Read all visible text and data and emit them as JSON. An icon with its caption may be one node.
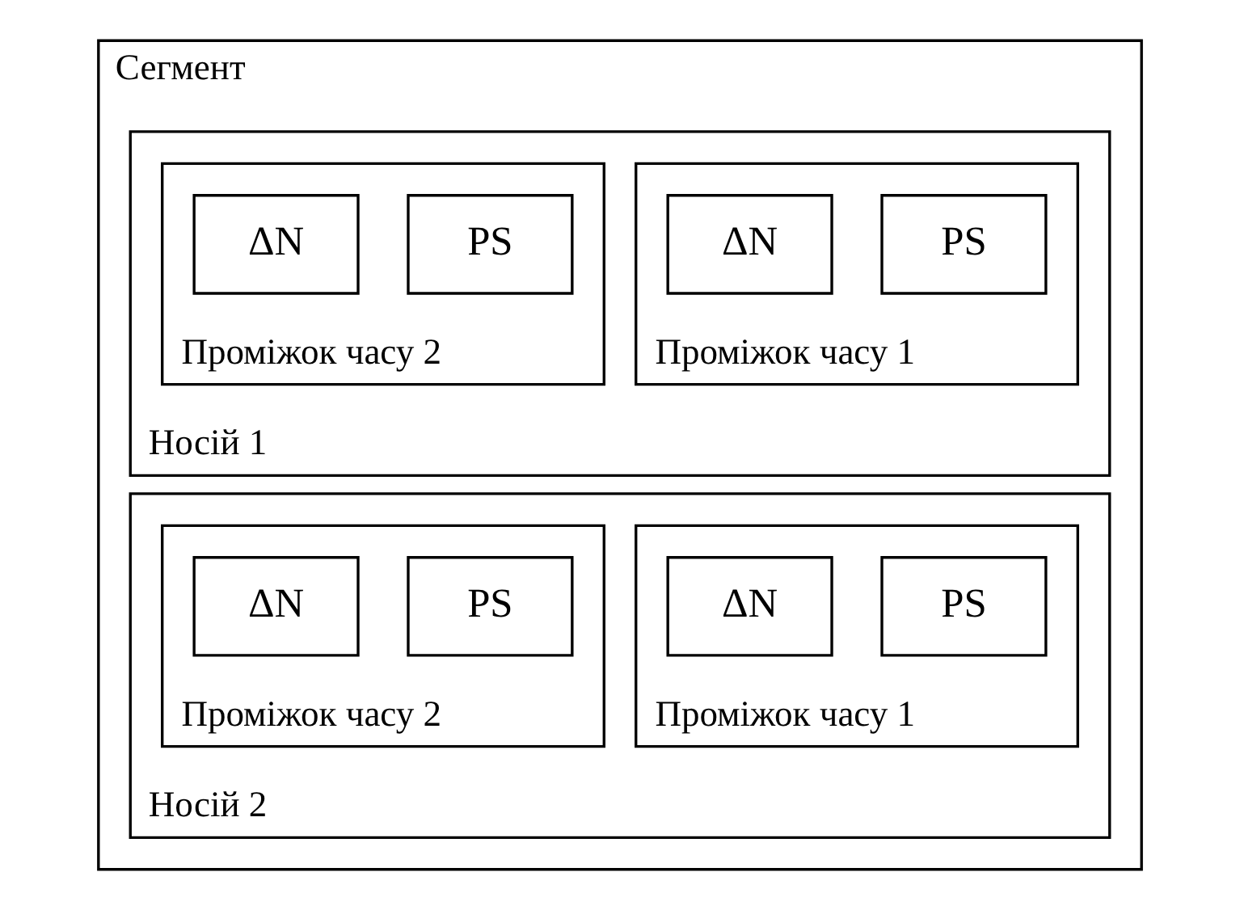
{
  "diagram": {
    "nodes": [
      {
        "text": [
          "Сегмент"
        ]
      },
      {
        "text": [
          "Носій 1"
        ],
        "in": 0
      },
      {
        "text": [
          "Проміжок часу 1"
        ],
        "in": 1
      },
      {
        "text": [
          "PS"
        ],
        "in": 2
      },
      {
        "text": [
          "ΔN"
        ],
        "in": 2
      },
      {
        "text": [
          "Проміжок часу 2"
        ],
        "in": 1
      },
      {
        "text": [
          "PS"
        ],
        "in": 5
      },
      {
        "text": [
          "ΔN"
        ],
        "in": 5
      },
      {
        "text": [
          "Носій 2"
        ],
        "in": 0
      },
      {
        "text": [
          "Проміжок часу 1"
        ],
        "in": 8
      },
      {
        "text": [
          "PS"
        ],
        "in": 9
      },
      {
        "text": [
          "ΔN"
        ],
        "in": 9
      },
      {
        "text": [
          "Проміжок часу 2"
        ],
        "in": 8
      },
      {
        "text": [
          "PS"
        ],
        "in": 12
      },
      {
        "text": [
          "ΔN"
        ],
        "in": 12
      }
    ],
    "edges": []
  }
}
